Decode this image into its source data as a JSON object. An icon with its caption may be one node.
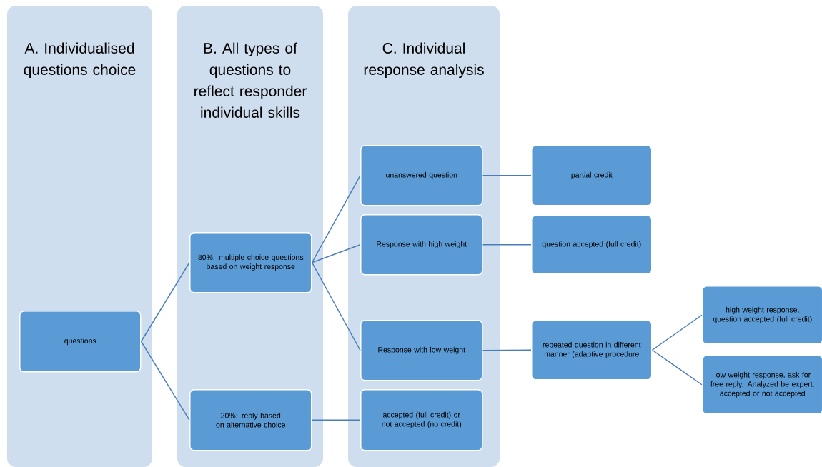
{
  "diagram": {
    "nodes": [
      {
        "text": [
          "A. Individualised questions choice"
        ]
      },
      {
        "text": [
          "B. All types of questions to reflect responder individual skills"
        ]
      },
      {
        "text": [
          "C. Individual response analysis"
        ]
      },
      {
        "text": [
          "questions"
        ],
        "in": 0
      },
      {
        "text": [
          "80%: multiple choice questions based on weight response"
        ],
        "in": 1
      },
      {
        "text": [
          "20%: reply based on alternative choice"
        ],
        "in": 1
      },
      {
        "text": [
          "unanswered question"
        ],
        "in": 2
      },
      {
        "text": [
          "Response with high weight"
        ],
        "in": 2
      },
      {
        "text": [
          "Response with low weight"
        ],
        "in": 2
      },
      {
        "text": [
          "accepted (full credit) or not accepted (no credit)"
        ],
        "in": 2
      },
      {
        "text": [
          "partial credit"
        ]
      },
      {
        "text": [
          "question accepted (full credit)"
        ]
      },
      {
        "text": [
          "repeated question in different manner (adaptive procedure"
        ]
      },
      {
        "text": [
          "high weight response, question accepted (full credit)"
        ]
      },
      {
        "text": [
          "low weight response, ask for free reply. Analyzed be expert: accepted or not accepted"
        ]
      }
    ],
    "edges": [
      {
        "from": 3,
        "to": 4,
        "arrow": "none"
      },
      {
        "from": 3,
        "to": 5,
        "arrow": "none"
      },
      {
        "from": 4,
        "to": 6,
        "arrow": "none"
      },
      {
        "from": 4,
        "to": 7,
        "arrow": "none"
      },
      {
        "from": 4,
        "to": 8,
        "arrow": "none"
      },
      {
        "from": 5,
        "to": 9,
        "arrow": "none"
      },
      {
        "from": 6,
        "to": 10,
        "arrow": "none"
      },
      {
        "from": 7,
        "to": 11,
        "arrow": "none"
      },
      {
        "from": 8,
        "to": 12,
        "arrow": "none"
      },
      {
        "from": 12,
        "to": 13,
        "arrow": "none"
      },
      {
        "from": 12,
        "to": 14,
        "arrow": "none"
      }
    ]
  }
}
